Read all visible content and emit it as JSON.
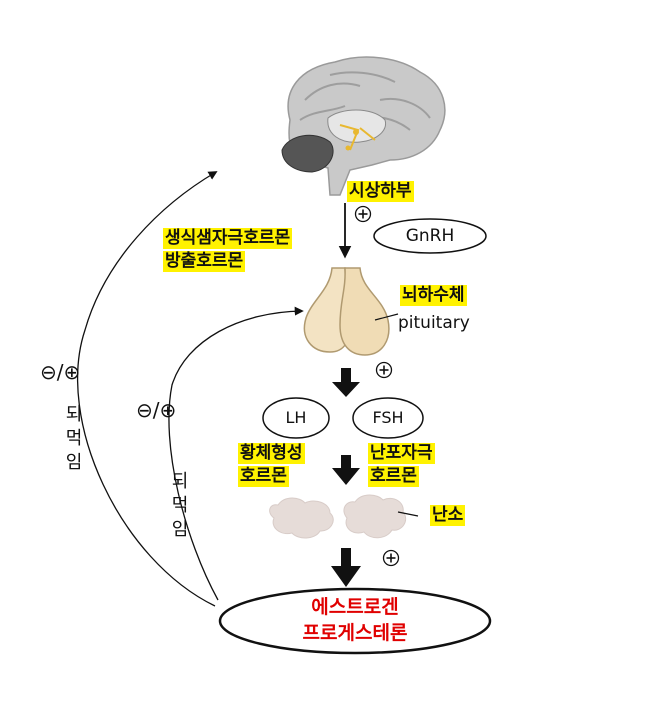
{
  "labels": {
    "hypothalamus": "시상하부",
    "gnrh_ko_line1": "생식샘자극호르몬",
    "gnrh_ko_line2": "방출호르몬",
    "gnrh": "GnRH",
    "pituitary_ko": "뇌하수체",
    "pituitary_en": "pituitary",
    "lh": "LH",
    "fsh": "FSH",
    "lh_ko_line1": "황체형성",
    "lh_ko_line2": "호르몬",
    "fsh_ko_line1": "난포자극",
    "fsh_ko_line2": "호르몬",
    "ovary": "난소",
    "estrogen": "에스트로겐",
    "progesterone": "프로게스테론"
  },
  "feedback": {
    "sign": "⊖/⊕",
    "chars": [
      "되",
      "먹",
      "임"
    ]
  },
  "plus_sign": "⊕",
  "colors": {
    "highlight": "#fff200",
    "hormone_text": "#e00000",
    "arrow": "#111111",
    "gland": "#f3e3c3"
  }
}
